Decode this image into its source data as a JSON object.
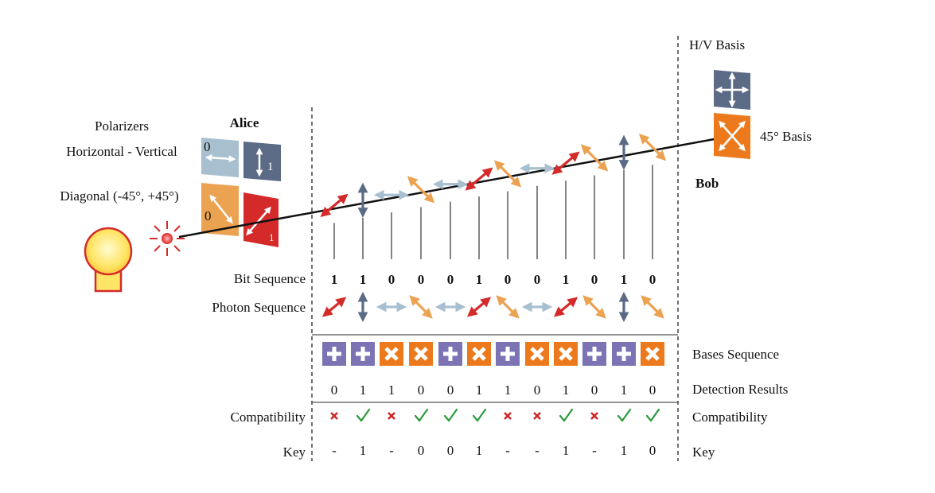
{
  "labels": {
    "polarizers": "Polarizers",
    "hv": "Horizontal - Vertical",
    "diagonal": "Diagonal (-45°, +45°)",
    "alice": "Alice",
    "bob": "Bob",
    "hv_basis": "H/V Basis",
    "diag_basis": "45° Basis",
    "bit_sequence": "Bit Sequence",
    "photon_sequence": "Photon Sequence",
    "bases_sequence": "Bases Sequence",
    "detection_results": "Detection Results",
    "compatibility_left": "Compatibility",
    "compatibility_right": "Compatibility",
    "key_left": "Key",
    "key_right": "Key"
  },
  "alice_polarizers": {
    "h_zero": "0",
    "v_one": "1",
    "d_zero": "0",
    "d_one": "1"
  },
  "bits": [
    "1",
    "1",
    "0",
    "0",
    "0",
    "1",
    "0",
    "0",
    "1",
    "0",
    "1",
    "0"
  ],
  "photons": [
    "ad",
    "v",
    "h",
    "dd",
    "h",
    "ad",
    "dd",
    "h",
    "ad",
    "dd",
    "v",
    "dd"
  ],
  "bases": [
    "plus",
    "plus",
    "cross",
    "cross",
    "plus",
    "cross",
    "plus",
    "cross",
    "cross",
    "plus",
    "plus",
    "cross"
  ],
  "detection": [
    "0",
    "1",
    "1",
    "0",
    "0",
    "1",
    "1",
    "0",
    "1",
    "0",
    "1",
    "0"
  ],
  "compatibility": [
    "x",
    "ok",
    "x",
    "ok",
    "ok",
    "ok",
    "x",
    "x",
    "ok",
    "x",
    "ok",
    "ok"
  ],
  "key": [
    "-",
    "1",
    "-",
    "0",
    "0",
    "1",
    "-",
    "-",
    "1",
    "-",
    "1",
    "0"
  ],
  "colors": {
    "purple": "#7b73b4",
    "orange": "#ec7a1c",
    "red_arrow": "#d42a2a",
    "orange_arrow": "#eba251",
    "steel_arrow": "#5b6b86",
    "light_arrow": "#a8bfd0",
    "check": "#2a9a3a",
    "cross_mark": "#cc2222"
  }
}
